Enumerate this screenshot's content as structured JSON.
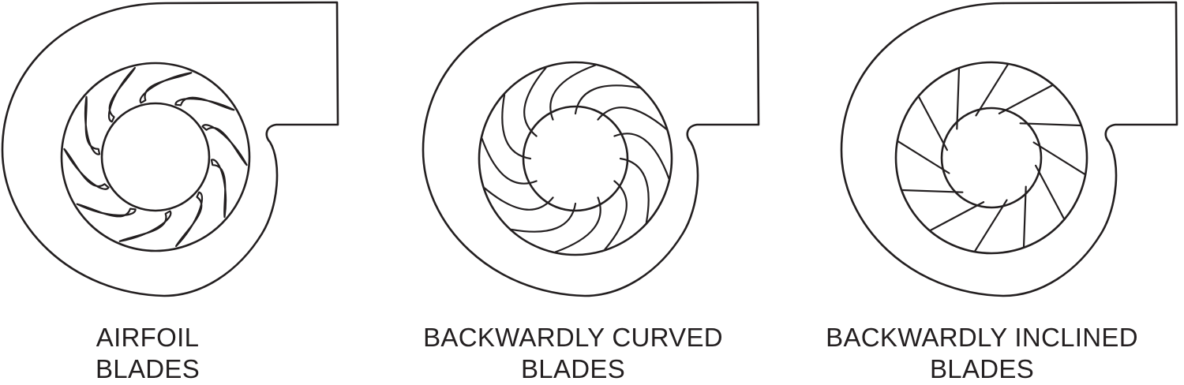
{
  "colors": {
    "stroke": "#231f20",
    "background": "#ffffff"
  },
  "fans": [
    {
      "id": "airfoil",
      "blade_style": "airfoil",
      "blade_count": 10,
      "label_line1": "AIRFOIL",
      "label_line2": "BLADES"
    },
    {
      "id": "backwardly-curved",
      "blade_style": "curved",
      "blade_count": 12,
      "label_line1": "BACKWARDLY CURVED",
      "label_line2": "BLADES"
    },
    {
      "id": "backwardly-inclined",
      "blade_style": "inclined",
      "blade_count": 12,
      "label_line1": "BACKWARDLY INCLINED",
      "label_line2": "BLADES"
    }
  ]
}
